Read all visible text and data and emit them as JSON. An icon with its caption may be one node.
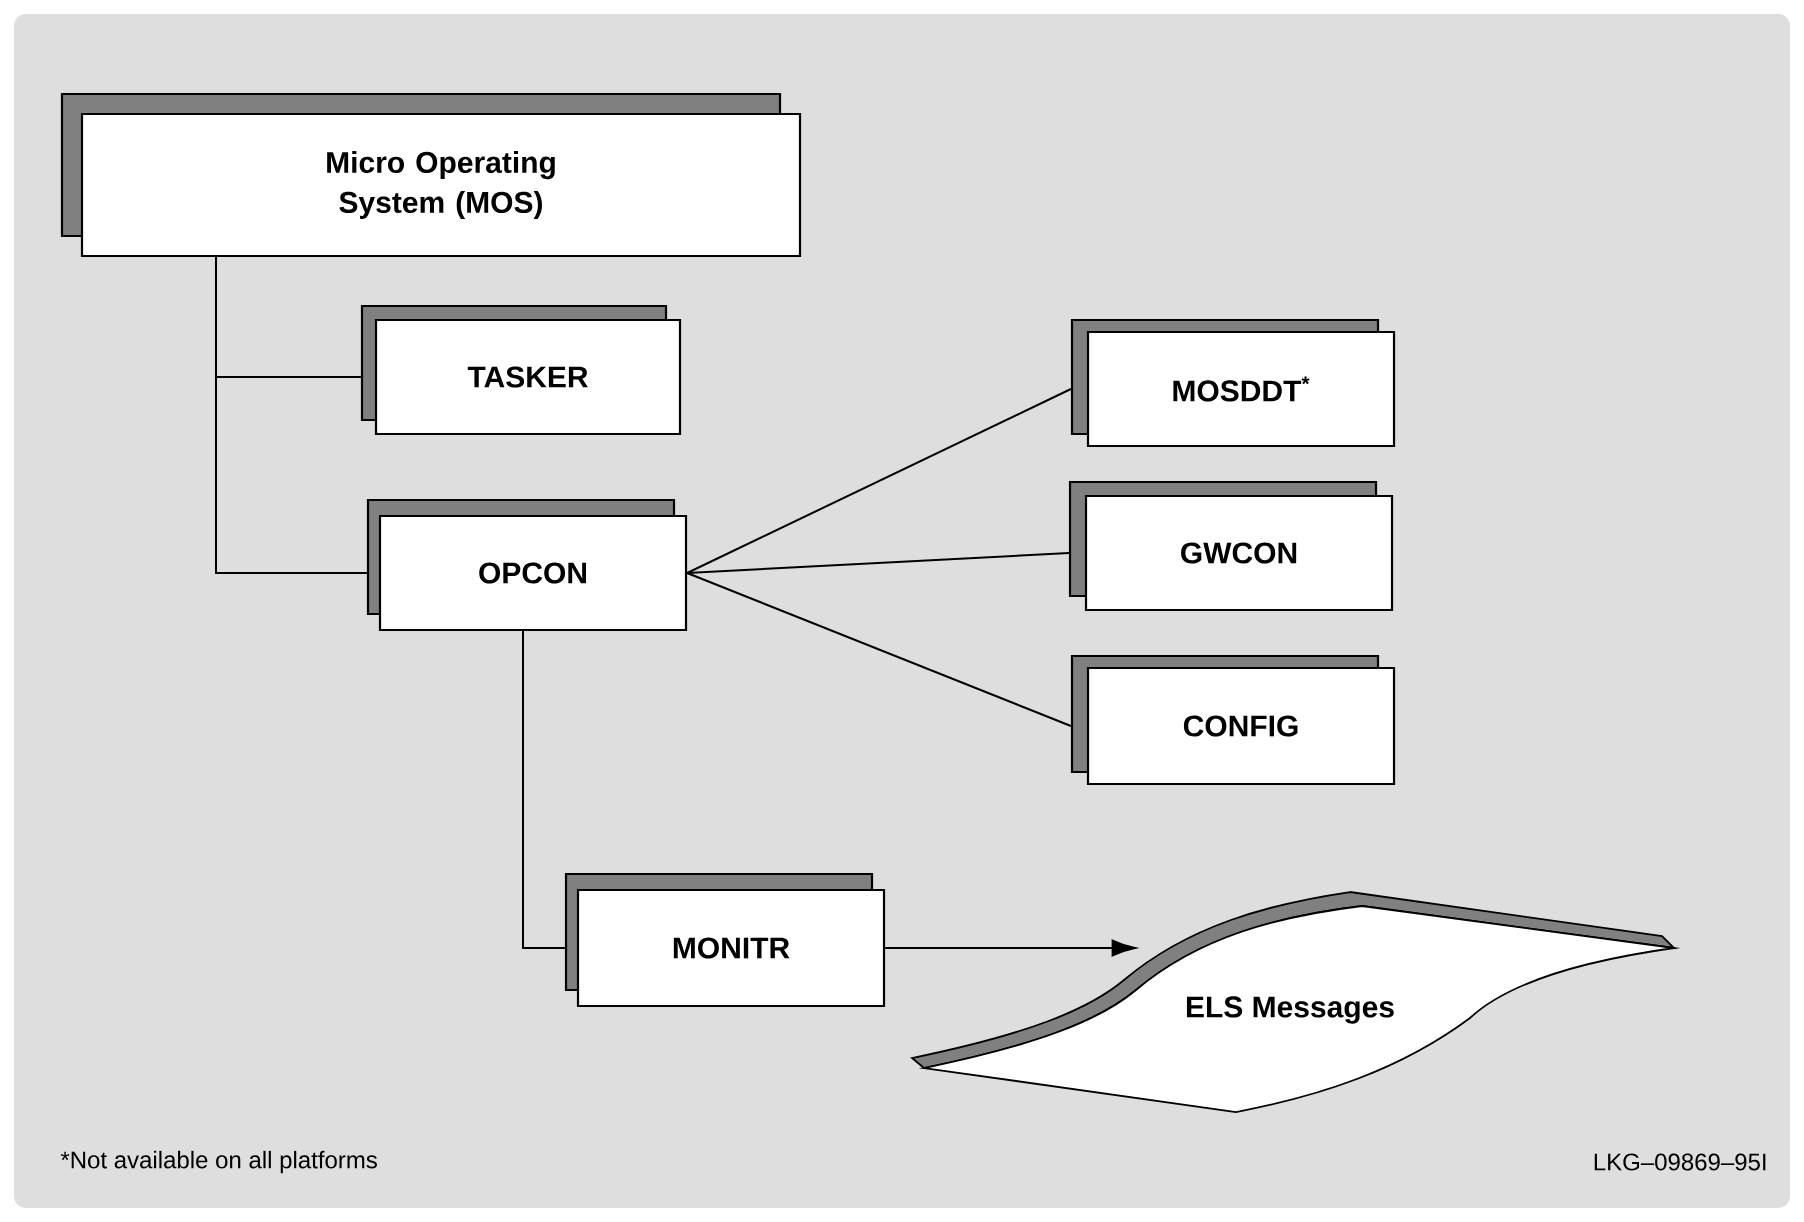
{
  "diagram": {
    "nodes": [
      {
        "text": [
          "Micro Operating System (MOS)"
        ]
      },
      {
        "text": [
          "TASKER"
        ]
      },
      {
        "text": [
          "OPCON"
        ]
      },
      {
        "text": [
          "MOSDDT$^{*}$"
        ]
      },
      {
        "text": [
          "GWCON"
        ]
      },
      {
        "text": [
          "CONFIG"
        ]
      },
      {
        "text": [
          "MONITR"
        ]
      },
      {
        "text": [
          "ELS Messages"
        ]
      }
    ],
    "edges": [
      {
        "from": 0,
        "to": 1,
        "arrow": "none"
      },
      {
        "from": 0,
        "to": 2,
        "arrow": "none"
      },
      {
        "from": 2,
        "to": 3,
        "arrow": "none"
      },
      {
        "from": 2,
        "to": 4,
        "arrow": "none"
      },
      {
        "from": 2,
        "to": 5,
        "arrow": "none"
      },
      {
        "from": 2,
        "to": 6,
        "arrow": "none"
      },
      {
        "from": 6,
        "to": 7,
        "arrow": "to"
      }
    ],
    "labels": [
      "*Not available on all platforms",
      "LKG–09869–95I"
    ]
  }
}
